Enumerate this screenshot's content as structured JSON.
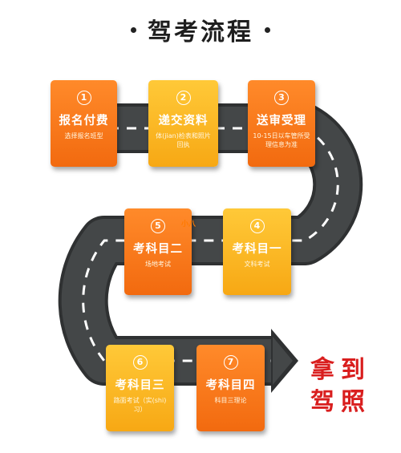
{
  "title": "驾考流程",
  "steps": [
    {
      "num": "1",
      "title": "报名付费",
      "sub": "选择报名班型",
      "color": "orange"
    },
    {
      "num": "2",
      "title": "递交资料",
      "sub": "体(jian)检表和照片回执",
      "color": "yellow"
    },
    {
      "num": "3",
      "title": "送审受理",
      "sub": "10-15日以车管所受理信息为准",
      "color": "orange"
    },
    {
      "num": "4",
      "title": "考科目一",
      "sub": "文科考试",
      "color": "yellow"
    },
    {
      "num": "5",
      "title": "考科目二",
      "sub": "场地考试",
      "color": "orange"
    },
    {
      "num": "6",
      "title": "考科目三",
      "sub": "路面考试（实(shi)习）",
      "color": "yellow"
    },
    {
      "num": "7",
      "title": "考科目四",
      "sub": "科目三理论",
      "color": "orange"
    }
  ],
  "final": {
    "line1": "拿到",
    "line2": "驾照"
  },
  "watermark": "小八",
  "colors": {
    "orange": "#f26a0f",
    "yellow": "#f7a814",
    "road": "#3a3c3d",
    "final_text": "#d91e1e"
  }
}
